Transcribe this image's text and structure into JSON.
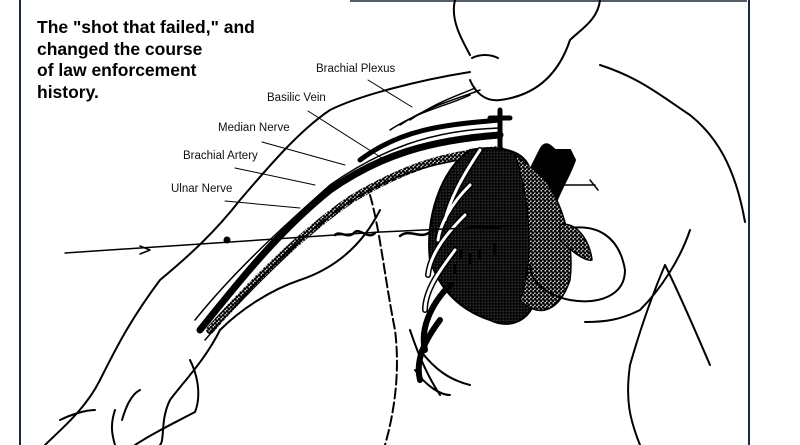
{
  "title": {
    "lines": [
      "The \"shot that failed,\" and",
      "changed the course",
      "of law enforcement",
      "history."
    ]
  },
  "labels": {
    "brachial_plexus": "Brachial Plexus",
    "basilic_vein": "Basilic Vein",
    "median_nerve": "Median Nerve",
    "brachial_artery": "Brachial Artery",
    "ulnar_nerve": "Ulnar Nerve"
  },
  "colors": {
    "frame": "#1c2a3e",
    "ink": "#000000"
  }
}
